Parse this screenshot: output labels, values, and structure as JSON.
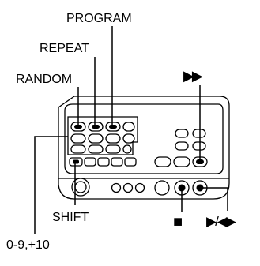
{
  "callouts": {
    "program": "PROGRAM",
    "repeat": "REPEAT",
    "random": "RANDOM",
    "shift": "SHIFT",
    "number_keys": "0-9,+10",
    "stop_symbol": "■",
    "fast_forward_symbol": "▶▶",
    "play_reverse_symbol": "▶/◀▶"
  },
  "colors": {
    "line": "#000000",
    "body_fill": "#ffffff",
    "button_fill": "#ffffff",
    "pressed_button_fill": "#000000"
  }
}
